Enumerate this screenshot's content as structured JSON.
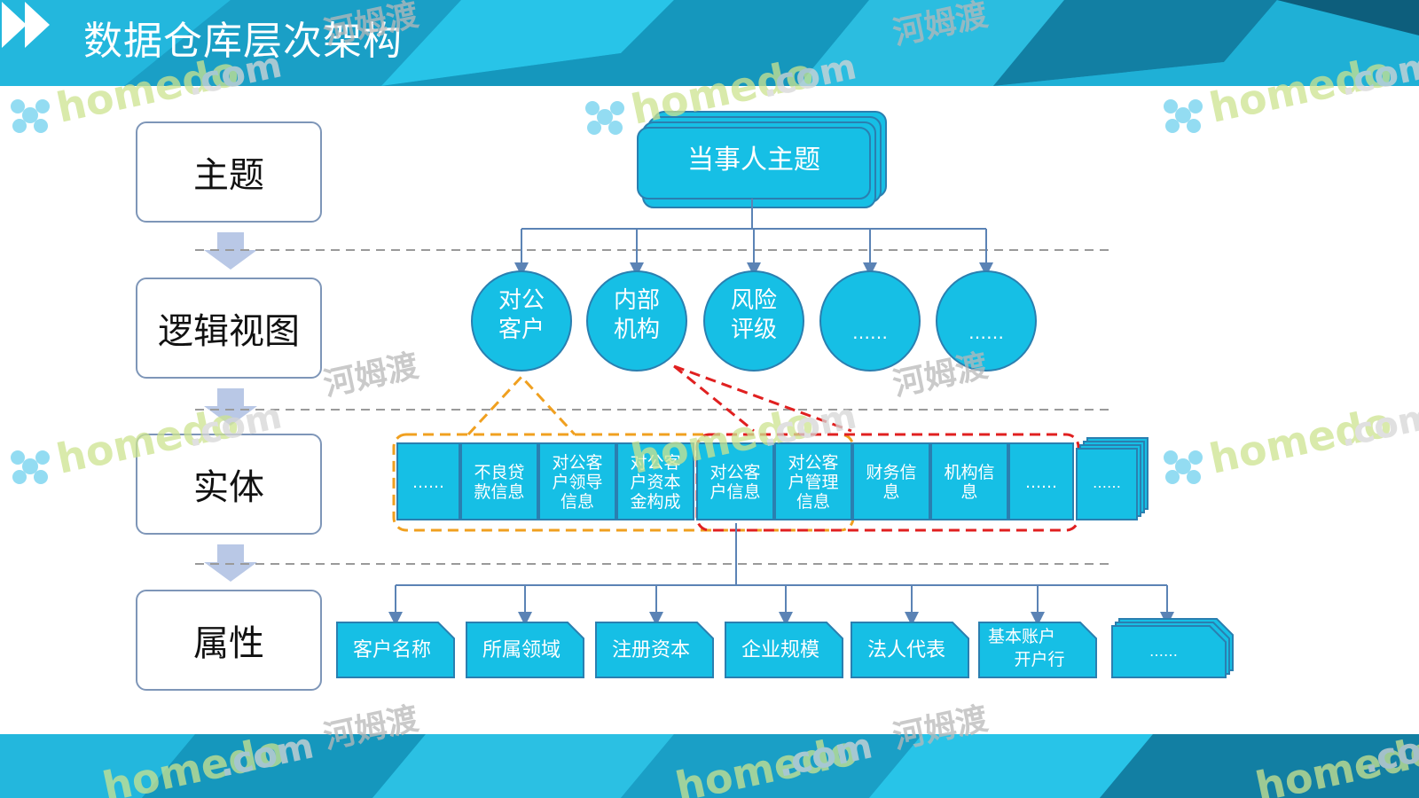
{
  "title": "数据仓库层次架构",
  "levels": [
    "主题",
    "逻辑视图",
    "实体",
    "属性"
  ],
  "topic": {
    "label": "当事人主题"
  },
  "logical_views": [
    {
      "line1": "对公",
      "line2": "客户"
    },
    {
      "line1": "内部",
      "line2": "机构"
    },
    {
      "line1": "风险",
      "line2": "评级"
    },
    {
      "line1": "……",
      "line2": ""
    },
    {
      "line1": "……",
      "line2": ""
    }
  ],
  "entities": [
    {
      "lines": [
        "……"
      ]
    },
    {
      "lines": [
        "不良贷",
        "款信息"
      ]
    },
    {
      "lines": [
        "对公客",
        "户领导",
        "信息"
      ]
    },
    {
      "lines": [
        "对公客",
        "户资本",
        "金构成"
      ]
    },
    {
      "lines": [
        "对公客",
        "户信息"
      ]
    },
    {
      "lines": [
        "对公客",
        "户管理",
        "信息"
      ]
    },
    {
      "lines": [
        "财务信",
        "息"
      ]
    },
    {
      "lines": [
        "机构信",
        "息"
      ]
    },
    {
      "lines": [
        "……"
      ]
    },
    {
      "lines": [
        "……"
      ]
    }
  ],
  "attributes": [
    {
      "lines": [
        "客户名称"
      ]
    },
    {
      "lines": [
        "所属领域"
      ]
    },
    {
      "lines": [
        "注册资本"
      ]
    },
    {
      "lines": [
        "企业规模"
      ]
    },
    {
      "lines": [
        "法人代表"
      ]
    },
    {
      "lines": [
        "基本账户",
        "开户行"
      ]
    },
    {
      "lines": [
        "……"
      ]
    }
  ],
  "watermarks": {
    "brand": "homedo",
    "domain": ".com",
    "cn": "河姆渡"
  },
  "colors": {
    "node_fill": "#16bfe5",
    "node_stroke": "#2a7fb0",
    "connector": "#5b83b5",
    "dashed_rule": "#9a9a9a",
    "orange_group": "#f0a020",
    "red_group": "#e02020",
    "level_border": "#7e96b8",
    "banner": "#1aa6cc"
  }
}
